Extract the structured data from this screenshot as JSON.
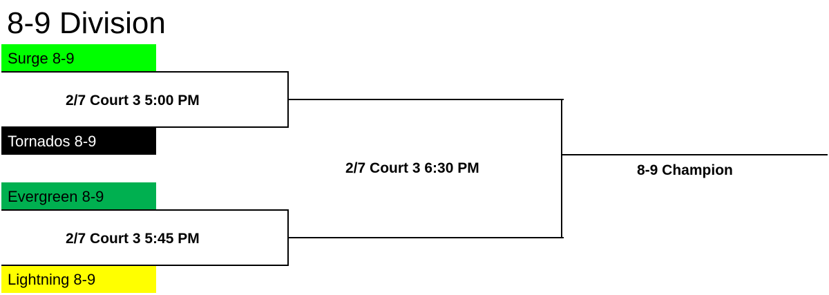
{
  "title": "8-9 Division",
  "teams": [
    {
      "name": "Surge 8-9",
      "color": "#00ff00",
      "text_color": "#000000"
    },
    {
      "name": "Tornados 8-9",
      "color": "#000000",
      "text_color": "#ffffff"
    },
    {
      "name": "Evergreen 8-9",
      "color": "#00b050",
      "text_color": "#000000"
    },
    {
      "name": "Lightning 8-9",
      "color": "#ffff00",
      "text_color": "#000000"
    }
  ],
  "matches": {
    "round1_top": "2/7 Court 3 5:00 PM",
    "round1_bottom": "2/7 Court 3 5:45 PM",
    "final": "2/7 Court 3 6:30 PM",
    "champion": "8-9 Champion"
  }
}
